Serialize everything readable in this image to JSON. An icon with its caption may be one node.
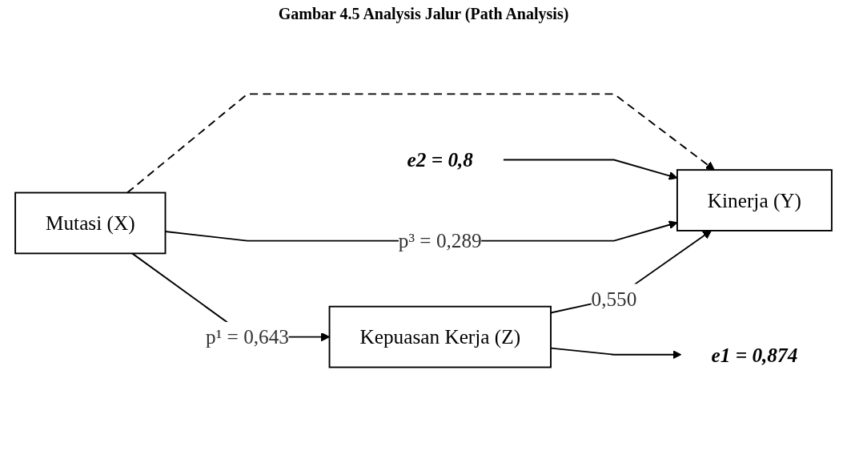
{
  "diagram": {
    "title": "Gambar 4.5 Analysis Jalur (Path Analysis)",
    "nodes": [
      {
        "text": [
          "Mutasi (X)"
        ]
      },
      {
        "text": [
          "Kinerja (Y)"
        ]
      },
      {
        "text": [
          "Kepuasan Kerja (Z)"
        ]
      },
      {
        "text": [
          "e2 = 0,8"
        ]
      },
      {
        "text": [
          "e1 = 0,874"
        ]
      }
    ],
    "edges": [
      {
        "from": 0,
        "to": 1,
        "arrow": "to",
        "style": "dashed"
      },
      {
        "from": 0,
        "to": 1,
        "arrow": "to",
        "label": "p³ = 0,289"
      },
      {
        "from": 0,
        "to": 2,
        "arrow": "to",
        "label": "p¹ = 0,643"
      },
      {
        "from": 2,
        "to": 1,
        "arrow": "to",
        "label": "0,550"
      },
      {
        "from": 3,
        "to": 1,
        "arrow": "to"
      },
      {
        "from": 2,
        "to": 4,
        "arrow": "to"
      }
    ]
  }
}
